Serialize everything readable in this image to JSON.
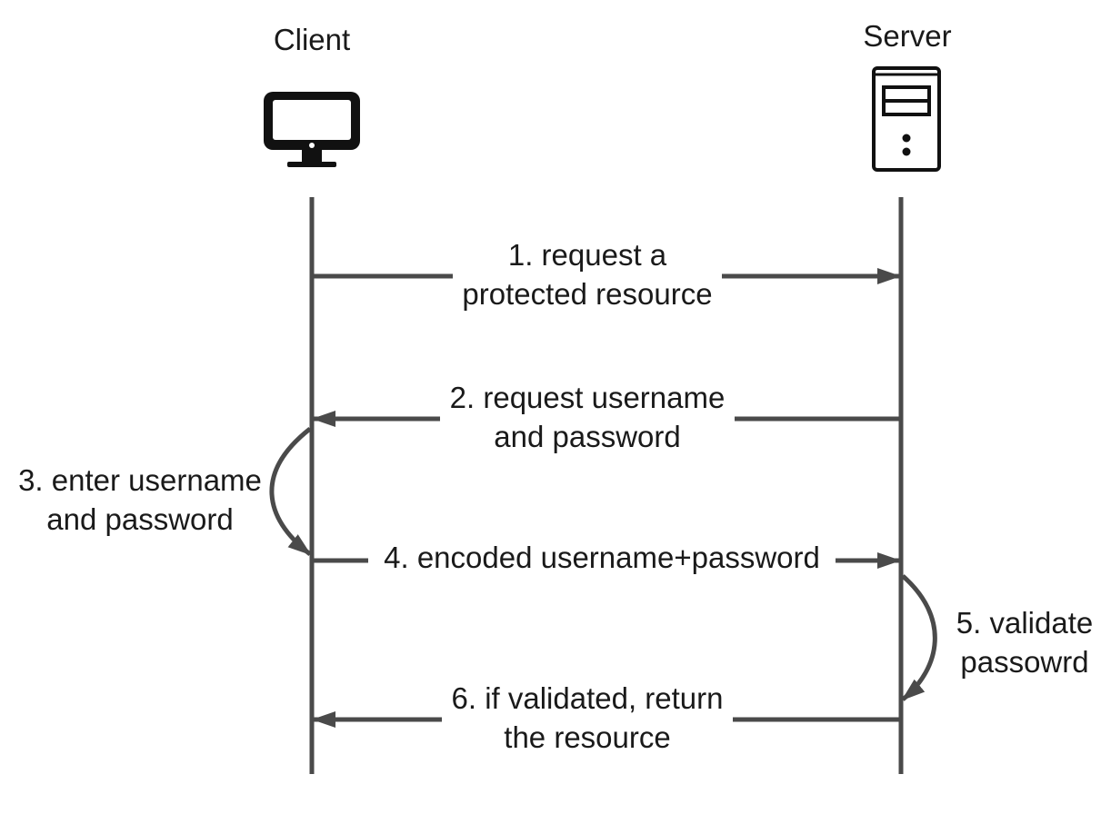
{
  "actors": {
    "client": {
      "label": "Client",
      "icon": "monitor-icon"
    },
    "server": {
      "label": "Server",
      "icon": "server-tower-icon"
    }
  },
  "messages": [
    {
      "step": 1,
      "lines": [
        "1. request a",
        "protected resource"
      ],
      "direction": "client-to-server"
    },
    {
      "step": 2,
      "lines": [
        "2. request username",
        "and password"
      ],
      "direction": "server-to-client"
    },
    {
      "step": 3,
      "lines": [
        "3. enter username",
        "and password"
      ],
      "direction": "client-self"
    },
    {
      "step": 4,
      "lines": [
        "4. encoded username+password"
      ],
      "direction": "client-to-server"
    },
    {
      "step": 5,
      "lines": [
        "5. validate",
        "passowrd"
      ],
      "direction": "server-self"
    },
    {
      "step": 6,
      "lines": [
        "6. if validated, return",
        "the resource"
      ],
      "direction": "server-to-client"
    }
  ],
  "colors": {
    "line": "#4a4a4a",
    "icon": "#111111",
    "text": "#1a1a1a"
  }
}
